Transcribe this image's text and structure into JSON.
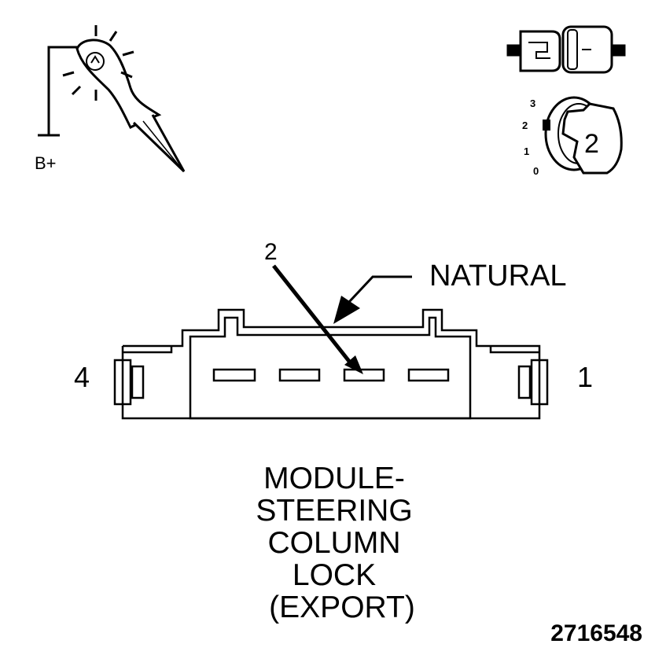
{
  "probe_icon": {
    "supply_label": "B+"
  },
  "ignition_icon": {
    "positions": [
      "3",
      "2",
      "1",
      "0"
    ],
    "selected_position": "2",
    "key_label": "2"
  },
  "connector": {
    "pin_left_label": "4",
    "pin_right_label": "1",
    "cavity_callout": "2",
    "color_callout": "NATURAL"
  },
  "caption": {
    "lines": [
      "MODULE-",
      "STEERING",
      "COLUMN",
      "LOCK",
      "(EXPORT)"
    ]
  },
  "figure_number": "2716548"
}
